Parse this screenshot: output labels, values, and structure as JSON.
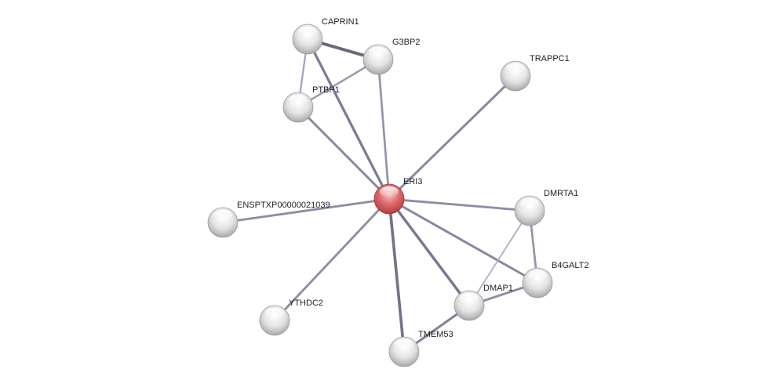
{
  "network": {
    "query_node": "ERI3",
    "colors": {
      "query": "#d9585c",
      "node": "#e6e6e6",
      "edge": "#8a8fa6"
    },
    "nodes": [
      {
        "id": "CAPRIN1",
        "label": "CAPRIN1"
      },
      {
        "id": "G3BP2",
        "label": "G3BP2"
      },
      {
        "id": "PTBP1",
        "label": "PTBP1"
      },
      {
        "id": "TRAPPC1",
        "label": "TRAPPC1"
      },
      {
        "id": "ERI3",
        "label": "ERI3"
      },
      {
        "id": "ENSPTXP00000021039",
        "label": "ENSPTXP00000021039"
      },
      {
        "id": "DMRTA1",
        "label": "DMRTA1"
      },
      {
        "id": "B4GALT2",
        "label": "B4GALT2"
      },
      {
        "id": "DMAP1",
        "label": "DMAP1"
      },
      {
        "id": "YTHDC2",
        "label": "YTHDC2"
      },
      {
        "id": "TMEM53",
        "label": "TMEM53"
      }
    ],
    "edges": [
      {
        "source": "ERI3",
        "target": "CAPRIN1",
        "strength": 0.7
      },
      {
        "source": "ERI3",
        "target": "G3BP2",
        "strength": 0.5
      },
      {
        "source": "ERI3",
        "target": "PTBP1",
        "strength": 0.6
      },
      {
        "source": "ERI3",
        "target": "TRAPPC1",
        "strength": 0.6
      },
      {
        "source": "ERI3",
        "target": "ENSPTXP00000021039",
        "strength": 0.55
      },
      {
        "source": "ERI3",
        "target": "DMRTA1",
        "strength": 0.55
      },
      {
        "source": "ERI3",
        "target": "B4GALT2",
        "strength": 0.6
      },
      {
        "source": "ERI3",
        "target": "DMAP1",
        "strength": 0.75
      },
      {
        "source": "ERI3",
        "target": "YTHDC2",
        "strength": 0.55
      },
      {
        "source": "ERI3",
        "target": "TMEM53",
        "strength": 0.8
      },
      {
        "source": "CAPRIN1",
        "target": "G3BP2",
        "strength": 0.9
      },
      {
        "source": "CAPRIN1",
        "target": "PTBP1",
        "strength": 0.35
      },
      {
        "source": "PTBP1",
        "target": "G3BP2",
        "strength": 0.45
      },
      {
        "source": "DMRTA1",
        "target": "B4GALT2",
        "strength": 0.5
      },
      {
        "source": "DMRTA1",
        "target": "DMAP1",
        "strength": 0.25
      },
      {
        "source": "DMAP1",
        "target": "B4GALT2",
        "strength": 0.55
      },
      {
        "source": "DMAP1",
        "target": "TMEM53",
        "strength": 0.65
      }
    ]
  }
}
